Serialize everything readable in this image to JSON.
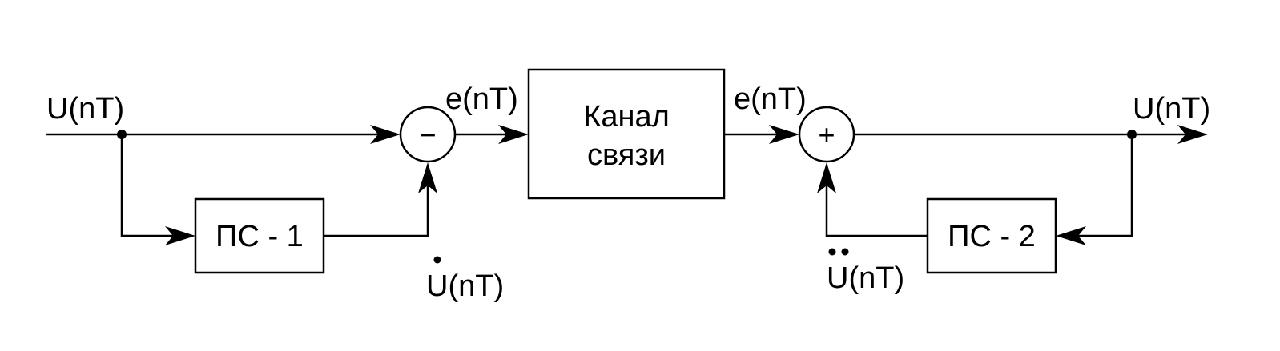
{
  "signals": {
    "input": "U(nT)",
    "output": "U(nT)",
    "error_tx": "e(nT)",
    "error_rx": "e(nT)",
    "pred1_out": "U(nT)",
    "pred2_out": "U(nT)"
  },
  "blocks": {
    "predictor1": "ПС - 1",
    "predictor2": "ПС - 2",
    "channel_line1": "Канал",
    "channel_line2": "связи"
  },
  "operators": {
    "subtract": "−",
    "add": "+"
  }
}
